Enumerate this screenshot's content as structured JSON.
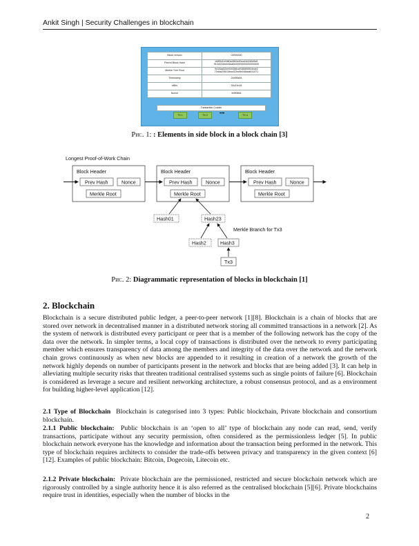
{
  "header": {
    "running_title": "Ankit Singh | Security Challenges in blockchain"
  },
  "figure1": {
    "rows": [
      {
        "label": "Block version",
        "value": "02000000"
      },
      {
        "label": "Parent Block Hash",
        "value": "b6ff0b1b1680a2862a30ca44d346d9e8 910d334beb48ca0c00000000000000000"
      },
      {
        "label": "Merkle Tree Root",
        "value": "9d10aa52ee949386ca9385695f04ede2 70dda20810decd12bc9b048aaab31471"
      },
      {
        "label": "Timestamp",
        "value": "24d95a54"
      },
      {
        "label": "nBits",
        "value": "30c31b18"
      },
      {
        "label": "Nonce",
        "value": "fe9f0864"
      }
    ],
    "tx_bar": "Transaction Counter",
    "tx": [
      "TX 1",
      "TX 2",
      "TX n"
    ],
    "dots": "•••",
    "caption_num": "Рис. 1:",
    "caption_text": ": Elements in side block in a block chain [3]"
  },
  "figure2": {
    "title": "Longest Proof-of-Work Chain",
    "block_header": "Block Header",
    "prev_hash": "Prev Hash",
    "nonce": "Nonce",
    "merkle_root": "Merkle Root",
    "hash01": "Hash01",
    "hash23": "Hash23",
    "hash2": "Hash2",
    "hash3": "Hash3",
    "tx3": "Tx3",
    "branch_label": "Merkle Branch for Tx3",
    "caption_num": "Рис. 2:",
    "caption_text": "Diagrammatic representation of blocks in blockchain [1]"
  },
  "section": {
    "title": "2. Blockchain",
    "intro": "Blockchain is a secure distributed public ledger, a peer-to-peer network [1][8]. Blockchain is a chain of blocks that are stored over network in decentralised manner in a distributed network storing all committed transactions in a network [2]. As the system of network is distributed every participant or peer that is a member of the following network has the copy of the data over the network. In simpler terms, a local copy of transactions is distributed over the network to every participating member which ensures transparency of data among the members and integrity of the data over the network and the network chain grows continuously as when new blocks are appended to it resulting in creation of a network the growth of the network highly depends on number of participants present in the network and blocks that are being added [3]. It can help in alleviating multiple security risks that threaten traditional centralised systems such as single points of failure [6]. Blockchain is considered as leverage a secure and resilient networking architecture, a robust consensus protocol, and as a environment for building higher-level application [12].",
    "s21_title": "2.1 Type of Blockchain",
    "s21_text": "Blockchain is categorised into 3 types: Public blockchain, Private blockchain and consortium blockchain.",
    "s211_title": "2.1.1 Public blockchain:",
    "s211_text": "Public blockchain is an ‘open to all’ type of blockchain any node can read, send, verify transactions, participate without any security permission, often considered as the permissionless ledger [5]. In public blockchain network everyone has the knowledge and information about the transaction being performed in the network. This type of blockchain requires architects to consider the trade-offs between privacy and transparency in the given context [6][12]. Examples of public blockchain: Bitcoin, Dogecoin, Litecoin etc.",
    "s212_title": "2.1.2 Private blockchain:",
    "s212_text": "Private blockchain are the permissioned, restricted and secure blockchain network which are rigorously controlled by a single authority hence it is also referred as the centralised blockchain [5][6]. Private blockchains require trust in identities, especially when the number of blocks in the"
  },
  "page_number": "2"
}
